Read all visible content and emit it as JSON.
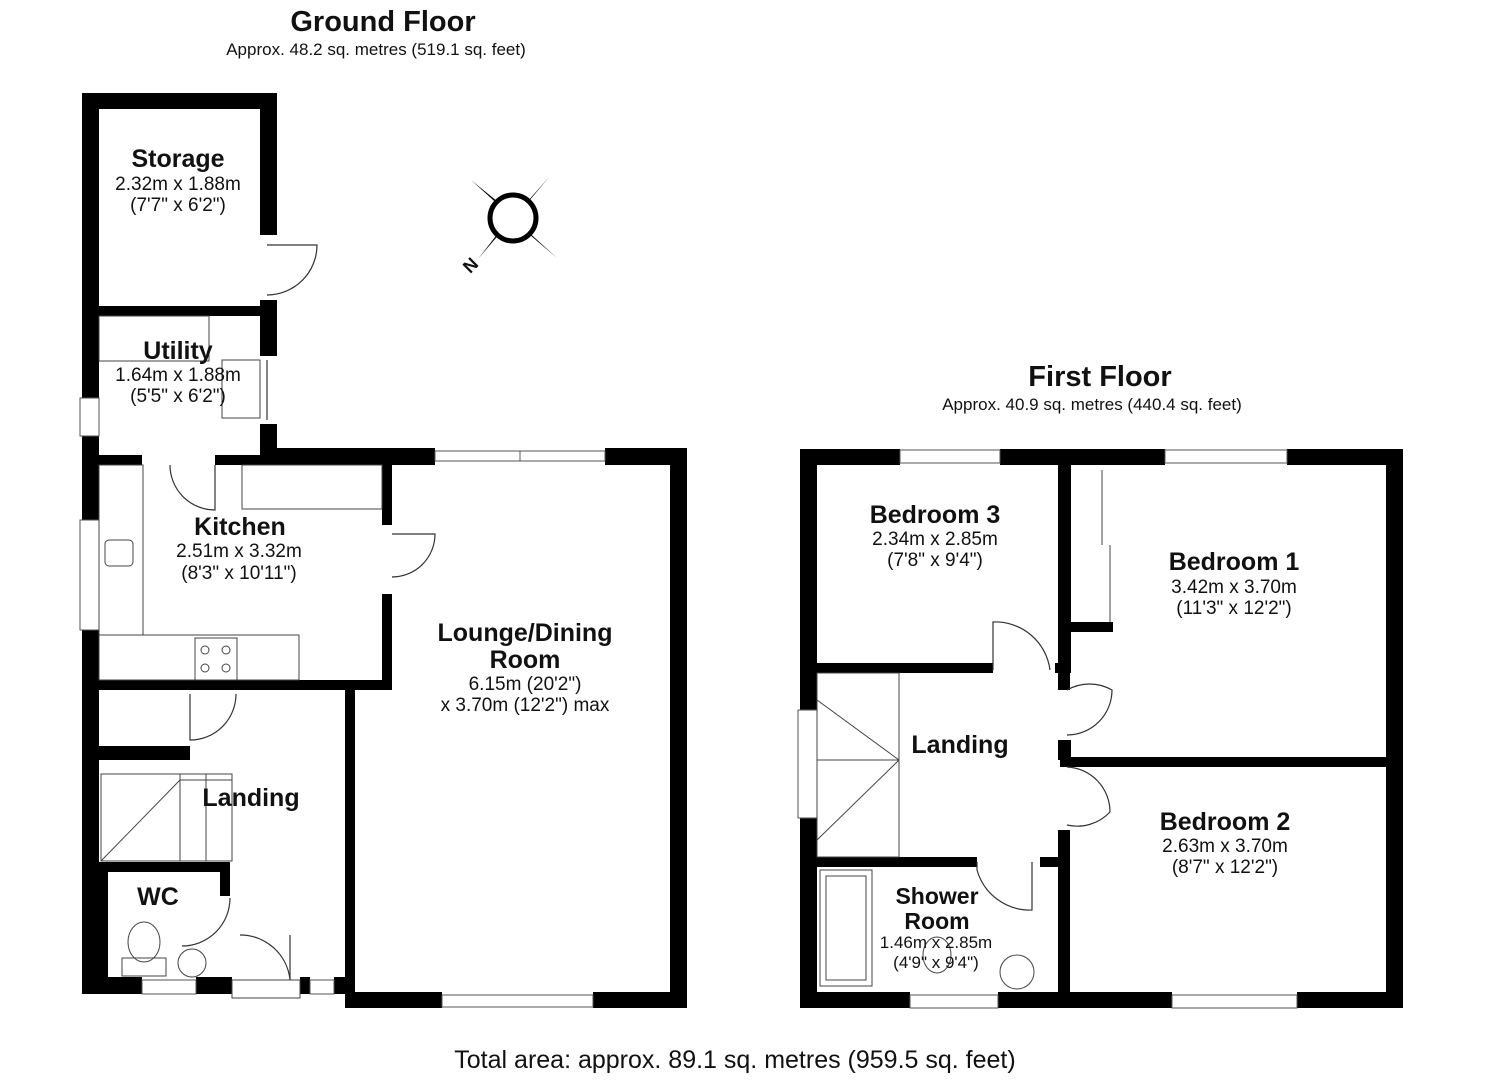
{
  "ground_floor": {
    "title": "Ground Floor",
    "area": "Approx. 48.2 sq. metres (519.1 sq. feet)",
    "rooms": [
      {
        "name": "Storage",
        "dims": [
          "2.32m x 1.88m",
          "(7'7\" x 6'2\")"
        ]
      },
      {
        "name": "Utility",
        "dims": [
          "1.64m x 1.88m",
          "(5'5\" x 6'2\")"
        ]
      },
      {
        "name": "Kitchen",
        "dims": [
          "2.51m x 3.32m",
          "(8'3\" x 10'11\")"
        ]
      },
      {
        "name": [
          "Lounge/Dining",
          "Room"
        ],
        "dims": [
          "6.15m (20'2\")",
          "x 3.70m (12'2\") max"
        ]
      },
      {
        "name": "Landing",
        "dims": []
      },
      {
        "name": "WC",
        "dims": []
      }
    ]
  },
  "first_floor": {
    "title": "First Floor",
    "area": "Approx. 40.9 sq. metres (440.4 sq. feet)",
    "rooms": [
      {
        "name": "Bedroom 3",
        "dims": [
          "2.34m x 2.85m",
          "(7'8\" x 9'4\")"
        ]
      },
      {
        "name": "Bedroom 1",
        "dims": [
          "3.42m x 3.70m",
          "(11'3\" x 12'2\")"
        ]
      },
      {
        "name": "Landing",
        "dims": []
      },
      {
        "name": "Bedroom 2",
        "dims": [
          "2.63m x 3.70m",
          "(8'7\" x 12'2\")"
        ]
      },
      {
        "name": [
          "Shower",
          "Room"
        ],
        "dims": [
          "1.46m x 2.85m",
          "(4'9\" x 9'4\")"
        ]
      }
    ]
  },
  "compass": {
    "label": "N"
  },
  "total_area": "Total area: approx. 89.1 sq. metres (959.5 sq. feet)"
}
